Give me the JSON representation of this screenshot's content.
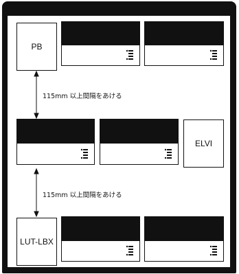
{
  "labels": {
    "pb": "PB",
    "elvi": "ELVI",
    "lut_lbx": "LUT-LBX"
  },
  "spacing": {
    "upper": "115mm 以上間隔をあける",
    "lower": "115mm 以上間隔をあける"
  },
  "icons": {
    "module_indicator": "dot-list-icon",
    "spacing_arrow": "double-arrow-icon"
  },
  "colors": {
    "frame": "#111111",
    "module_top": "#111111",
    "background": "#ffffff"
  }
}
